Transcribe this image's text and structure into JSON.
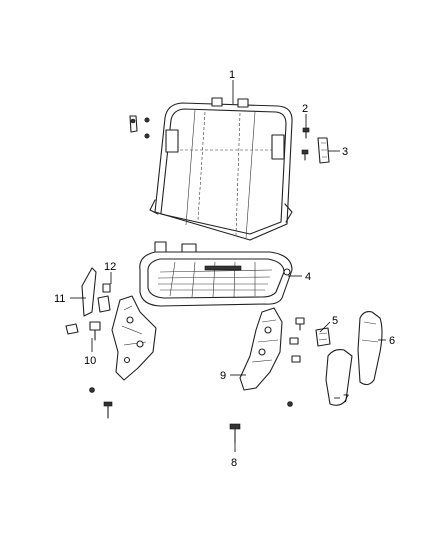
{
  "callouts": [
    {
      "id": "1",
      "text": "1"
    },
    {
      "id": "2",
      "text": "2"
    },
    {
      "id": "3",
      "text": "3"
    },
    {
      "id": "4",
      "text": "4"
    },
    {
      "id": "5",
      "text": "5"
    },
    {
      "id": "6",
      "text": "6"
    },
    {
      "id": "7",
      "text": "7"
    },
    {
      "id": "8",
      "text": "8"
    },
    {
      "id": "9",
      "text": "9"
    },
    {
      "id": "10",
      "text": "10"
    },
    {
      "id": "11",
      "text": "11"
    },
    {
      "id": "12",
      "text": "12"
    }
  ],
  "parts": [
    {
      "callout": "1",
      "icon": "seat-back-frame-icon"
    },
    {
      "callout": "2",
      "icon": "screw-icon"
    },
    {
      "callout": "3",
      "icon": "latch-bracket-icon"
    },
    {
      "callout": "4",
      "icon": "seat-cushion-frame-icon"
    },
    {
      "callout": "5",
      "icon": "bracket-icon"
    },
    {
      "callout": "6",
      "icon": "side-shield-icon"
    },
    {
      "callout": "7",
      "icon": "cover-icon"
    },
    {
      "callout": "8",
      "icon": "bolt-icon"
    },
    {
      "callout": "9",
      "icon": "hinge-icon"
    },
    {
      "callout": "10",
      "icon": "bolt-set-icon"
    },
    {
      "callout": "11",
      "icon": "cover-icon"
    },
    {
      "callout": "12",
      "icon": "bushing-icon"
    }
  ]
}
